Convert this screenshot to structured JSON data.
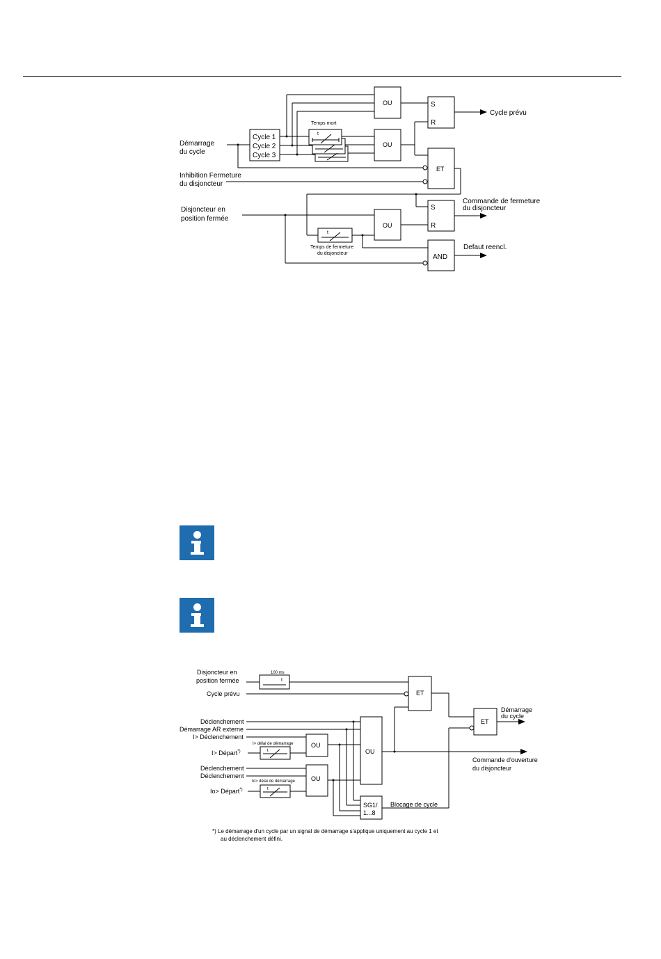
{
  "diagram1": {
    "title_temps_mort": "Temps mort",
    "cycles": [
      "Cycle  1",
      "Cycle  2",
      "Cycle  3"
    ],
    "inputs": {
      "demarrage": [
        "Démarrage",
        "du cycle"
      ],
      "inhibition": [
        "Inhibition Fermeture",
        "du disjoncteur"
      ],
      "disjoncteur": [
        "Disjoncteur en",
        "position fermée"
      ]
    },
    "gates": {
      "ou_top": "OU",
      "ou_mid": "OU",
      "ou_low": "OU",
      "sr1_s": "S",
      "sr1_r": "R",
      "et": "ET",
      "sr2_s": "S",
      "sr2_r": "R",
      "and": "AND"
    },
    "timer_t": "t",
    "temps_fermeture": [
      "Temps de fermeture",
      "du disjoncteur"
    ],
    "outputs": {
      "cycle_prevu": "Cycle prévu",
      "commande_fermeture": [
        "Commande de fermeture",
        "du disjoncteur"
      ],
      "defaut": "Defaut reencl."
    }
  },
  "info_icons": [
    "info-icon",
    "info-icon"
  ],
  "diagram2": {
    "inputs": {
      "disjoncteur": [
        "Disjoncteur en",
        "position fermée"
      ],
      "cycle_prevu": "Cycle prévu",
      "decl1": "Déclenchement",
      "demarrage_ar": "Démarrage AR externe",
      "i_decl": "I> Déclenchement",
      "i_depart": "I> Départ",
      "decl2": "Déclenchement",
      "decl3": "Déclenchement",
      "io_depart": "Io> Départ"
    },
    "timer_100": "100 ms",
    "timer_t": "t",
    "delai_i": "I>  délai de démarrage",
    "delai_io": "Io>  délai de démarrage",
    "footnote_mark": "*)",
    "gates": {
      "et1": "ET",
      "et2": "ET",
      "ou_i": "OU",
      "ou_main": "OU",
      "ou_io": "OU",
      "sg1": "SG1/",
      "sg2": "1...8"
    },
    "outputs": {
      "demarrage": [
        "Démarrage",
        "du cycle"
      ],
      "commande_ouverture": [
        "Commande d'ouverture",
        "du disjoncteur"
      ],
      "blocage": "Blocage de cycle"
    },
    "footnote": [
      "*)   Le démarrage d'un cycle par un signal de démarrage s'applique uniquement au cycle 1 et",
      "au déclenchement défini."
    ]
  }
}
